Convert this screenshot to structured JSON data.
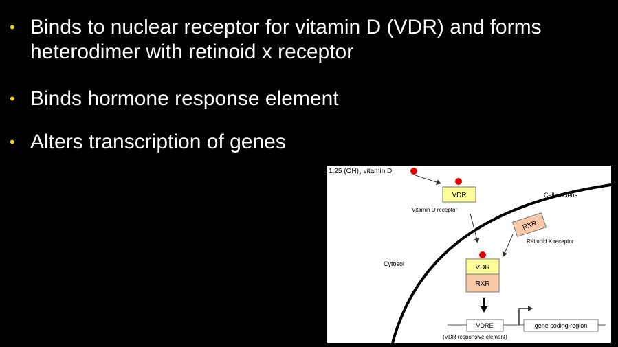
{
  "bullets": [
    "Binds to nuclear receptor for vitamin D  (VDR) and forms heterodimer with retinoid x receptor",
    "Binds hormone response element",
    "Alters transcription of genes"
  ],
  "diagram": {
    "ligand_prefix": "1,25 (OH)",
    "ligand_subscript": "2",
    "ligand_suffix": " vitamin D",
    "vdr_box": "VDR",
    "vdr_caption": "Vitamin D receptor",
    "nucleus_label": "Cell nucleus",
    "rxr_box": "RXR",
    "rxr_caption": "Retinoid X receptor",
    "cytosol_label": "Cytosol",
    "complex_vdr": "VDR",
    "complex_rxr": "RXR",
    "vdre_box": "VDRE",
    "vdre_caption": "(VDR responsive element)",
    "gene_region": "gene coding region",
    "colors": {
      "background": "#000000",
      "bullet_dot": "#f5d300",
      "vdr_fill": "#ffff99",
      "rxr_fill": "#f8c8a8",
      "ligand": "#e00000"
    }
  }
}
